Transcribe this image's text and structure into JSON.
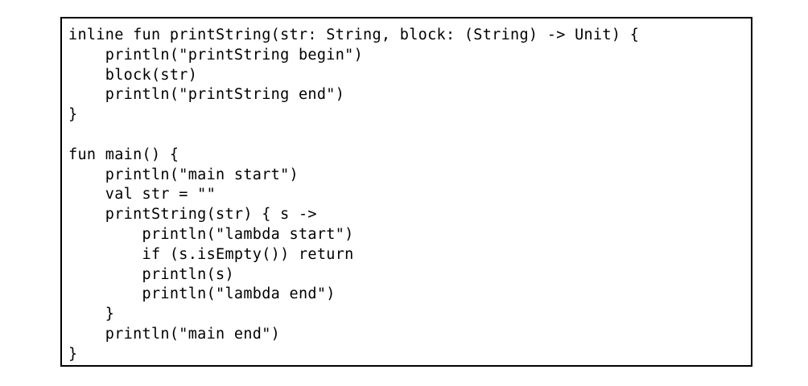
{
  "code": {
    "lines": [
      "inline fun printString(str: String, block: (String) -> Unit) {",
      "    println(\"printString begin\")",
      "    block(str)",
      "    println(\"printString end\")",
      "}",
      "",
      "fun main() {",
      "    println(\"main start\")",
      "    val str = \"\"",
      "    printString(str) { s ->",
      "        println(\"lambda start\")",
      "        if (s.isEmpty()) return",
      "        println(s)",
      "        println(\"lambda end\")",
      "    }",
      "    println(\"main end\")",
      "}"
    ]
  }
}
